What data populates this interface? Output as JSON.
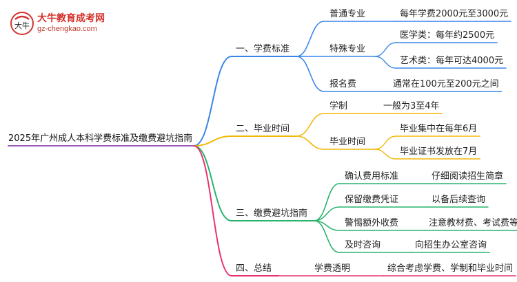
{
  "logo": {
    "title": "大牛教育成考网",
    "url": "gz-chengkao.com",
    "mark_text": "大牛"
  },
  "root": "2025年广州成人本科学费标准及缴费避坑指南",
  "colors": {
    "branch1": "#3a86e8",
    "branch2": "#f2b705",
    "branch3": "#28b36b",
    "branch4": "#e8336f",
    "root_line": "#8e44ad"
  },
  "branches": [
    {
      "label": "一、学费标准",
      "children": [
        {
          "label": "普通专业",
          "leaves": [
            "每年学费2000元至3000元"
          ]
        },
        {
          "label": "特殊专业",
          "leaves": [
            "医学类：每年约2500元",
            "艺术类：每年可达4000元"
          ]
        },
        {
          "label": "报名费",
          "leaves": [
            "通常在100元至200元之间"
          ]
        }
      ]
    },
    {
      "label": "二、毕业时间",
      "children": [
        {
          "label": "学制",
          "leaves": [
            "一般为3至4年"
          ]
        },
        {
          "label": "毕业时间",
          "leaves": [
            "毕业集中在每年6月",
            "毕业证书发放在7月"
          ]
        }
      ]
    },
    {
      "label": "三、缴费避坑指南",
      "children": [
        {
          "label": "确认费用标准",
          "leaves": [
            "仔细阅读招生简章"
          ]
        },
        {
          "label": "保留缴费凭证",
          "leaves": [
            "以备后续查询"
          ]
        },
        {
          "label": "警惕额外收费",
          "leaves": [
            "注意教材费、考试费等"
          ]
        },
        {
          "label": "及时咨询",
          "leaves": [
            "向招生办公室咨询"
          ]
        }
      ]
    },
    {
      "label": "四、总结",
      "children": [
        {
          "label": "学费透明",
          "leaves": [
            "综合考虑学费、学制和毕业时间"
          ]
        }
      ]
    }
  ]
}
